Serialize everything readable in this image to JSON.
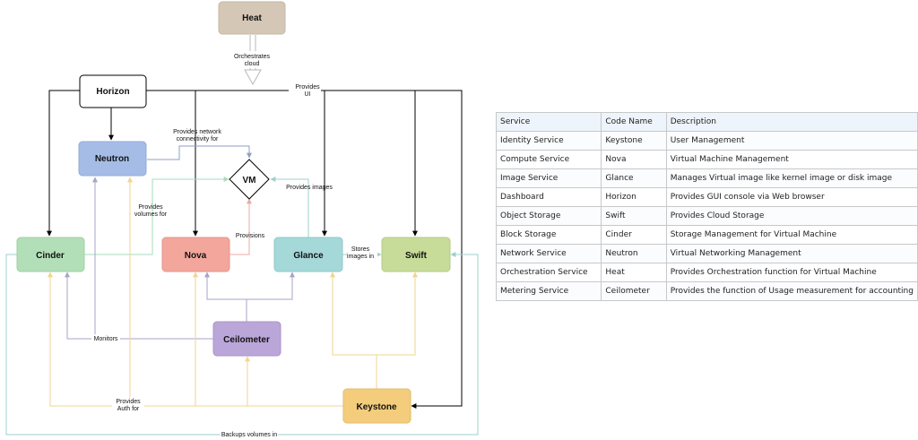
{
  "nodes": {
    "heat": "Heat",
    "horizon": "Horizon",
    "neutron": "Neutron",
    "vm": "VM",
    "cinder": "Cinder",
    "nova": "Nova",
    "glance": "Glance",
    "swift": "Swift",
    "ceilometer": "Ceilometer",
    "keystone": "Keystone"
  },
  "edges": {
    "orchestrates": [
      "Orchestrates",
      "cloud"
    ],
    "provides_ui": [
      "Provides",
      "UI"
    ],
    "network_connectivity": [
      "Provides network",
      "connectivity for"
    ],
    "provides_volumes": [
      "Provides",
      "volumes for"
    ],
    "provides_images": "Provides images",
    "provisions": "Provisions",
    "stores_images": [
      "Stores",
      "images in"
    ],
    "monitors": "Monitors",
    "auth": [
      "Provides",
      "Auth for"
    ],
    "backups": "Backups volumes in"
  },
  "colors": {
    "heat": "#d5c7b6",
    "neutron": "#a5bde6",
    "cinder": "#b3dfb8",
    "nova": "#f3a69c",
    "glance": "#a5d8d8",
    "swift": "#c8dc9a",
    "ceilometer": "#bba6d9",
    "keystone": "#f4cd7c",
    "edge_blue": "#8f9cc9",
    "edge_green": "#a6dcbc",
    "edge_red": "#eeaaa5",
    "edge_teal": "#9fd0cc",
    "edge_yellow": "#f1d58f",
    "edge_purple": "#a8a3c9"
  },
  "table": {
    "headers": [
      "Service",
      "Code Name",
      "Description"
    ],
    "rows": [
      [
        "Identity Service",
        "Keystone",
        "User Management"
      ],
      [
        "Compute Service",
        "Nova",
        "Virtual Machine Management"
      ],
      [
        "Image Service",
        "Glance",
        "Manages Virtual image like kernel image or disk image"
      ],
      [
        "Dashboard",
        "Horizon",
        "Provides GUI console via Web browser"
      ],
      [
        "Object Storage",
        "Swift",
        "Provides Cloud Storage"
      ],
      [
        "Block Storage",
        "Cinder",
        "Storage Management for Virtual Machine"
      ],
      [
        "Network Service",
        "Neutron",
        "Virtual Networking Management"
      ],
      [
        "Orchestration Service",
        "Heat",
        "Provides Orchestration function for Virtual Machine"
      ],
      [
        "Metering Service",
        "Ceilometer",
        "Provides the function of Usage measurement for accounting"
      ]
    ]
  }
}
